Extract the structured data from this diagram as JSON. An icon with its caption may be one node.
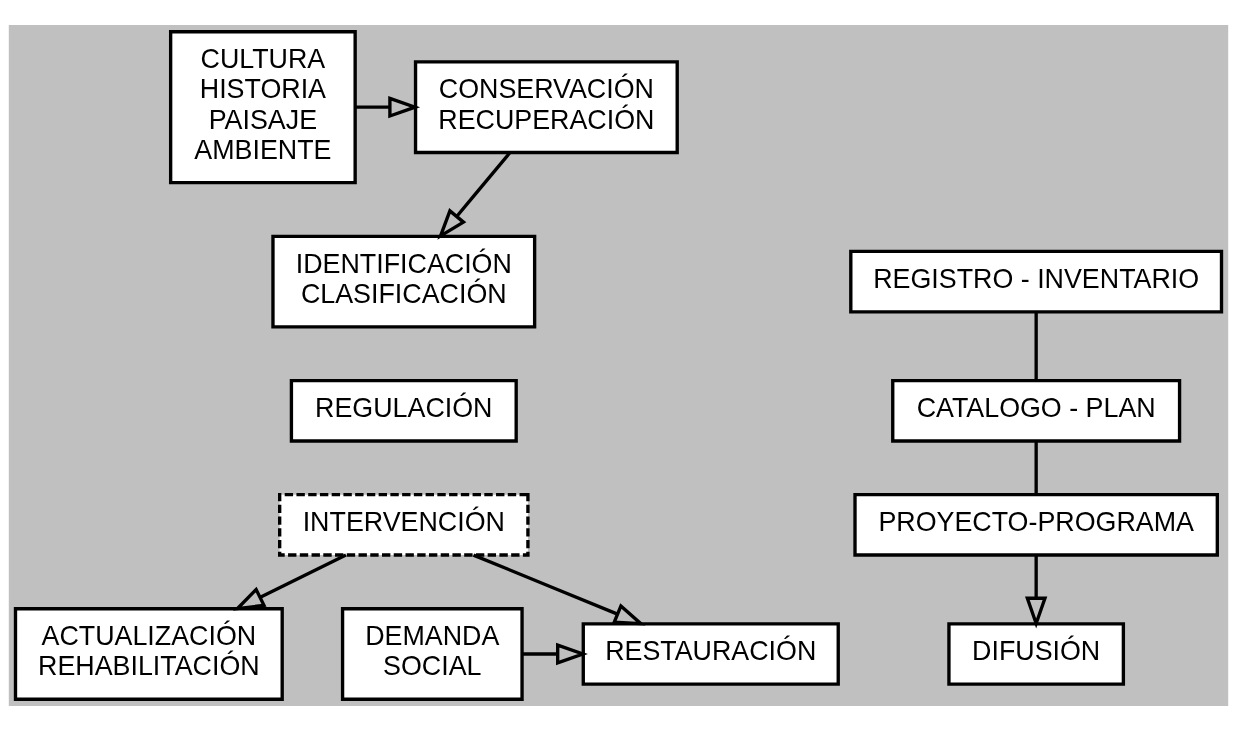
{
  "diagram": {
    "nodes": [
      {
        "text": [
          "CULTURA HISTORIA PAISAJE AMBIENTE"
        ]
      },
      {
        "text": [
          "CONSERVACIÓN RECUPERACIÓN"
        ]
      },
      {
        "text": [
          "IDENTIFICACIÓN CLASIFICACIÓN"
        ]
      },
      {
        "text": [
          "REGISTRO - INVENTARIO"
        ]
      },
      {
        "text": [
          "REGULACIÓN"
        ]
      },
      {
        "text": [
          "CATALOGO - PLAN"
        ]
      },
      {
        "text": [
          "INTERVENCIÓN"
        ]
      },
      {
        "text": [
          "PROYECTO-PROGRAMA"
        ]
      },
      {
        "text": [
          "DEMANDA SOCIAL"
        ]
      },
      {
        "text": [
          "RESTAURACIÓN"
        ]
      },
      {
        "text": [
          "ACTUALIZACIÓN REHABILITACIÓN"
        ]
      },
      {
        "text": [
          "DIFUSIÓN"
        ]
      }
    ],
    "edges": [
      {
        "from": 0,
        "to": 1,
        "arrow": "to"
      },
      {
        "from": 1,
        "to": 2,
        "arrow": "to"
      },
      {
        "from": 3,
        "to": 5,
        "arrow": "none"
      },
      {
        "from": 5,
        "to": 7,
        "arrow": "none"
      },
      {
        "from": 7,
        "to": 11,
        "arrow": "to"
      },
      {
        "from": 6,
        "to": 9,
        "arrow": "to"
      },
      {
        "from": 6,
        "to": 10,
        "arrow": "to"
      },
      {
        "from": 8,
        "to": 9,
        "arrow": "to"
      }
    ]
  }
}
